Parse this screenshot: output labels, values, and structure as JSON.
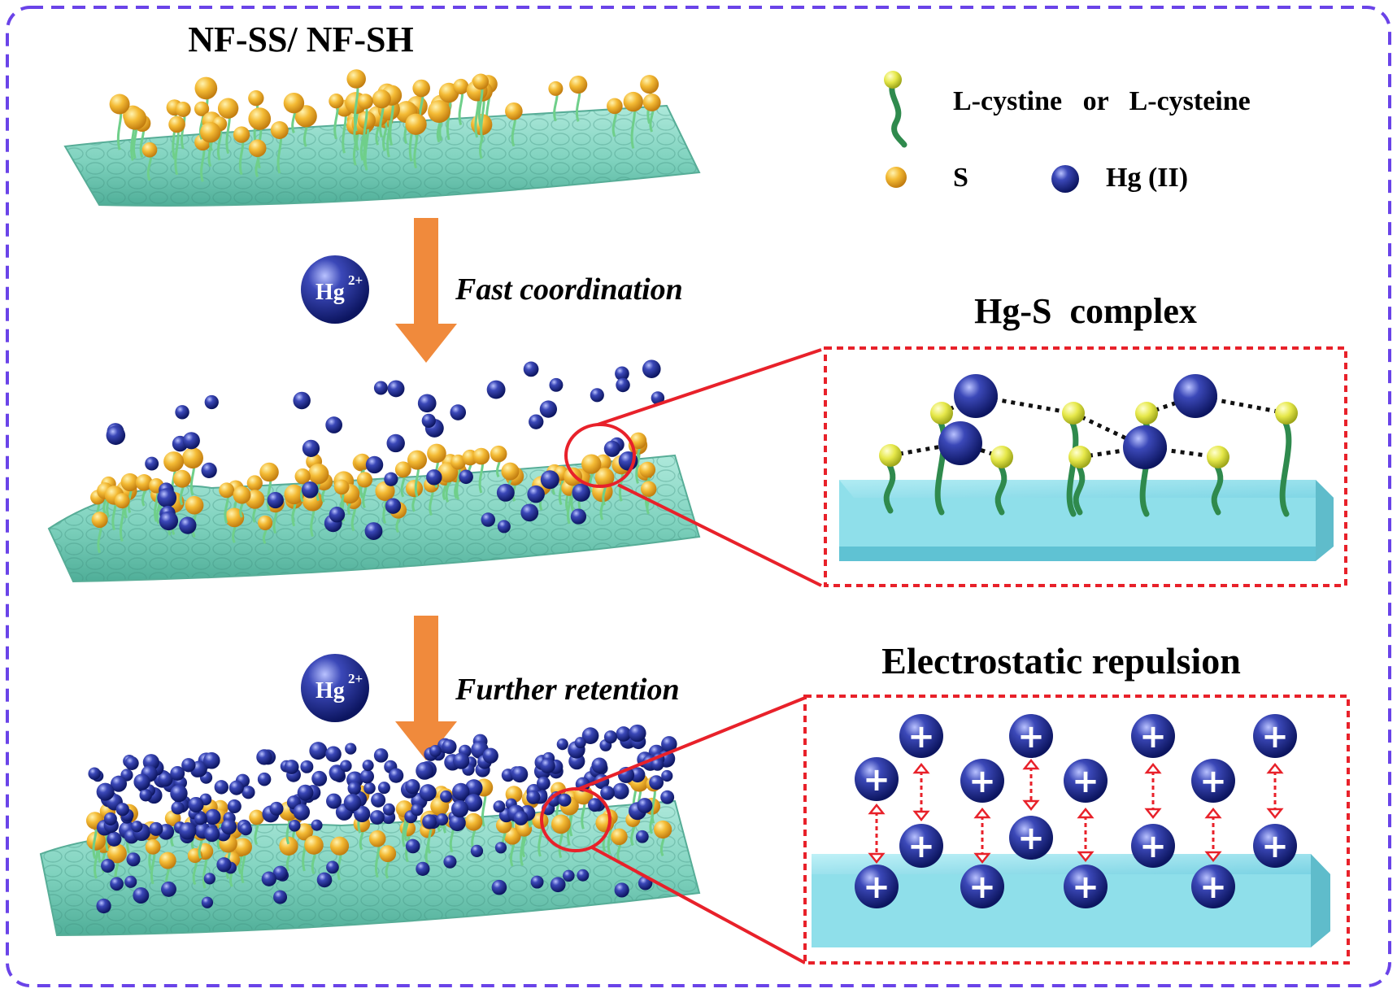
{
  "title": "NF-SS/ NF-SH",
  "legend": {
    "ligand_label": "L-cystine   or   L-cysteine",
    "sulfur_label": "S",
    "mercury_label": "Hg (II)"
  },
  "steps": [
    {
      "ion_base": "Hg",
      "ion_charge": "2+",
      "label": "Fast coordination"
    },
    {
      "ion_base": "Hg",
      "ion_charge": "2+",
      "label": "Further retention"
    }
  ],
  "insets": [
    {
      "title": "Hg-S  complex"
    },
    {
      "title": "Electrostatic repulsion",
      "charge_symbol": "+"
    }
  ],
  "colors": {
    "frame": "#6a43e8",
    "arrow": "#f08a3c",
    "membrane": "#7fd8c2",
    "sulfur": "#f1b532",
    "mercury": "#1f2b8f",
    "ligand": "#4fae6b",
    "zoom": "#e8212a",
    "substrate": "#86dbe8"
  }
}
